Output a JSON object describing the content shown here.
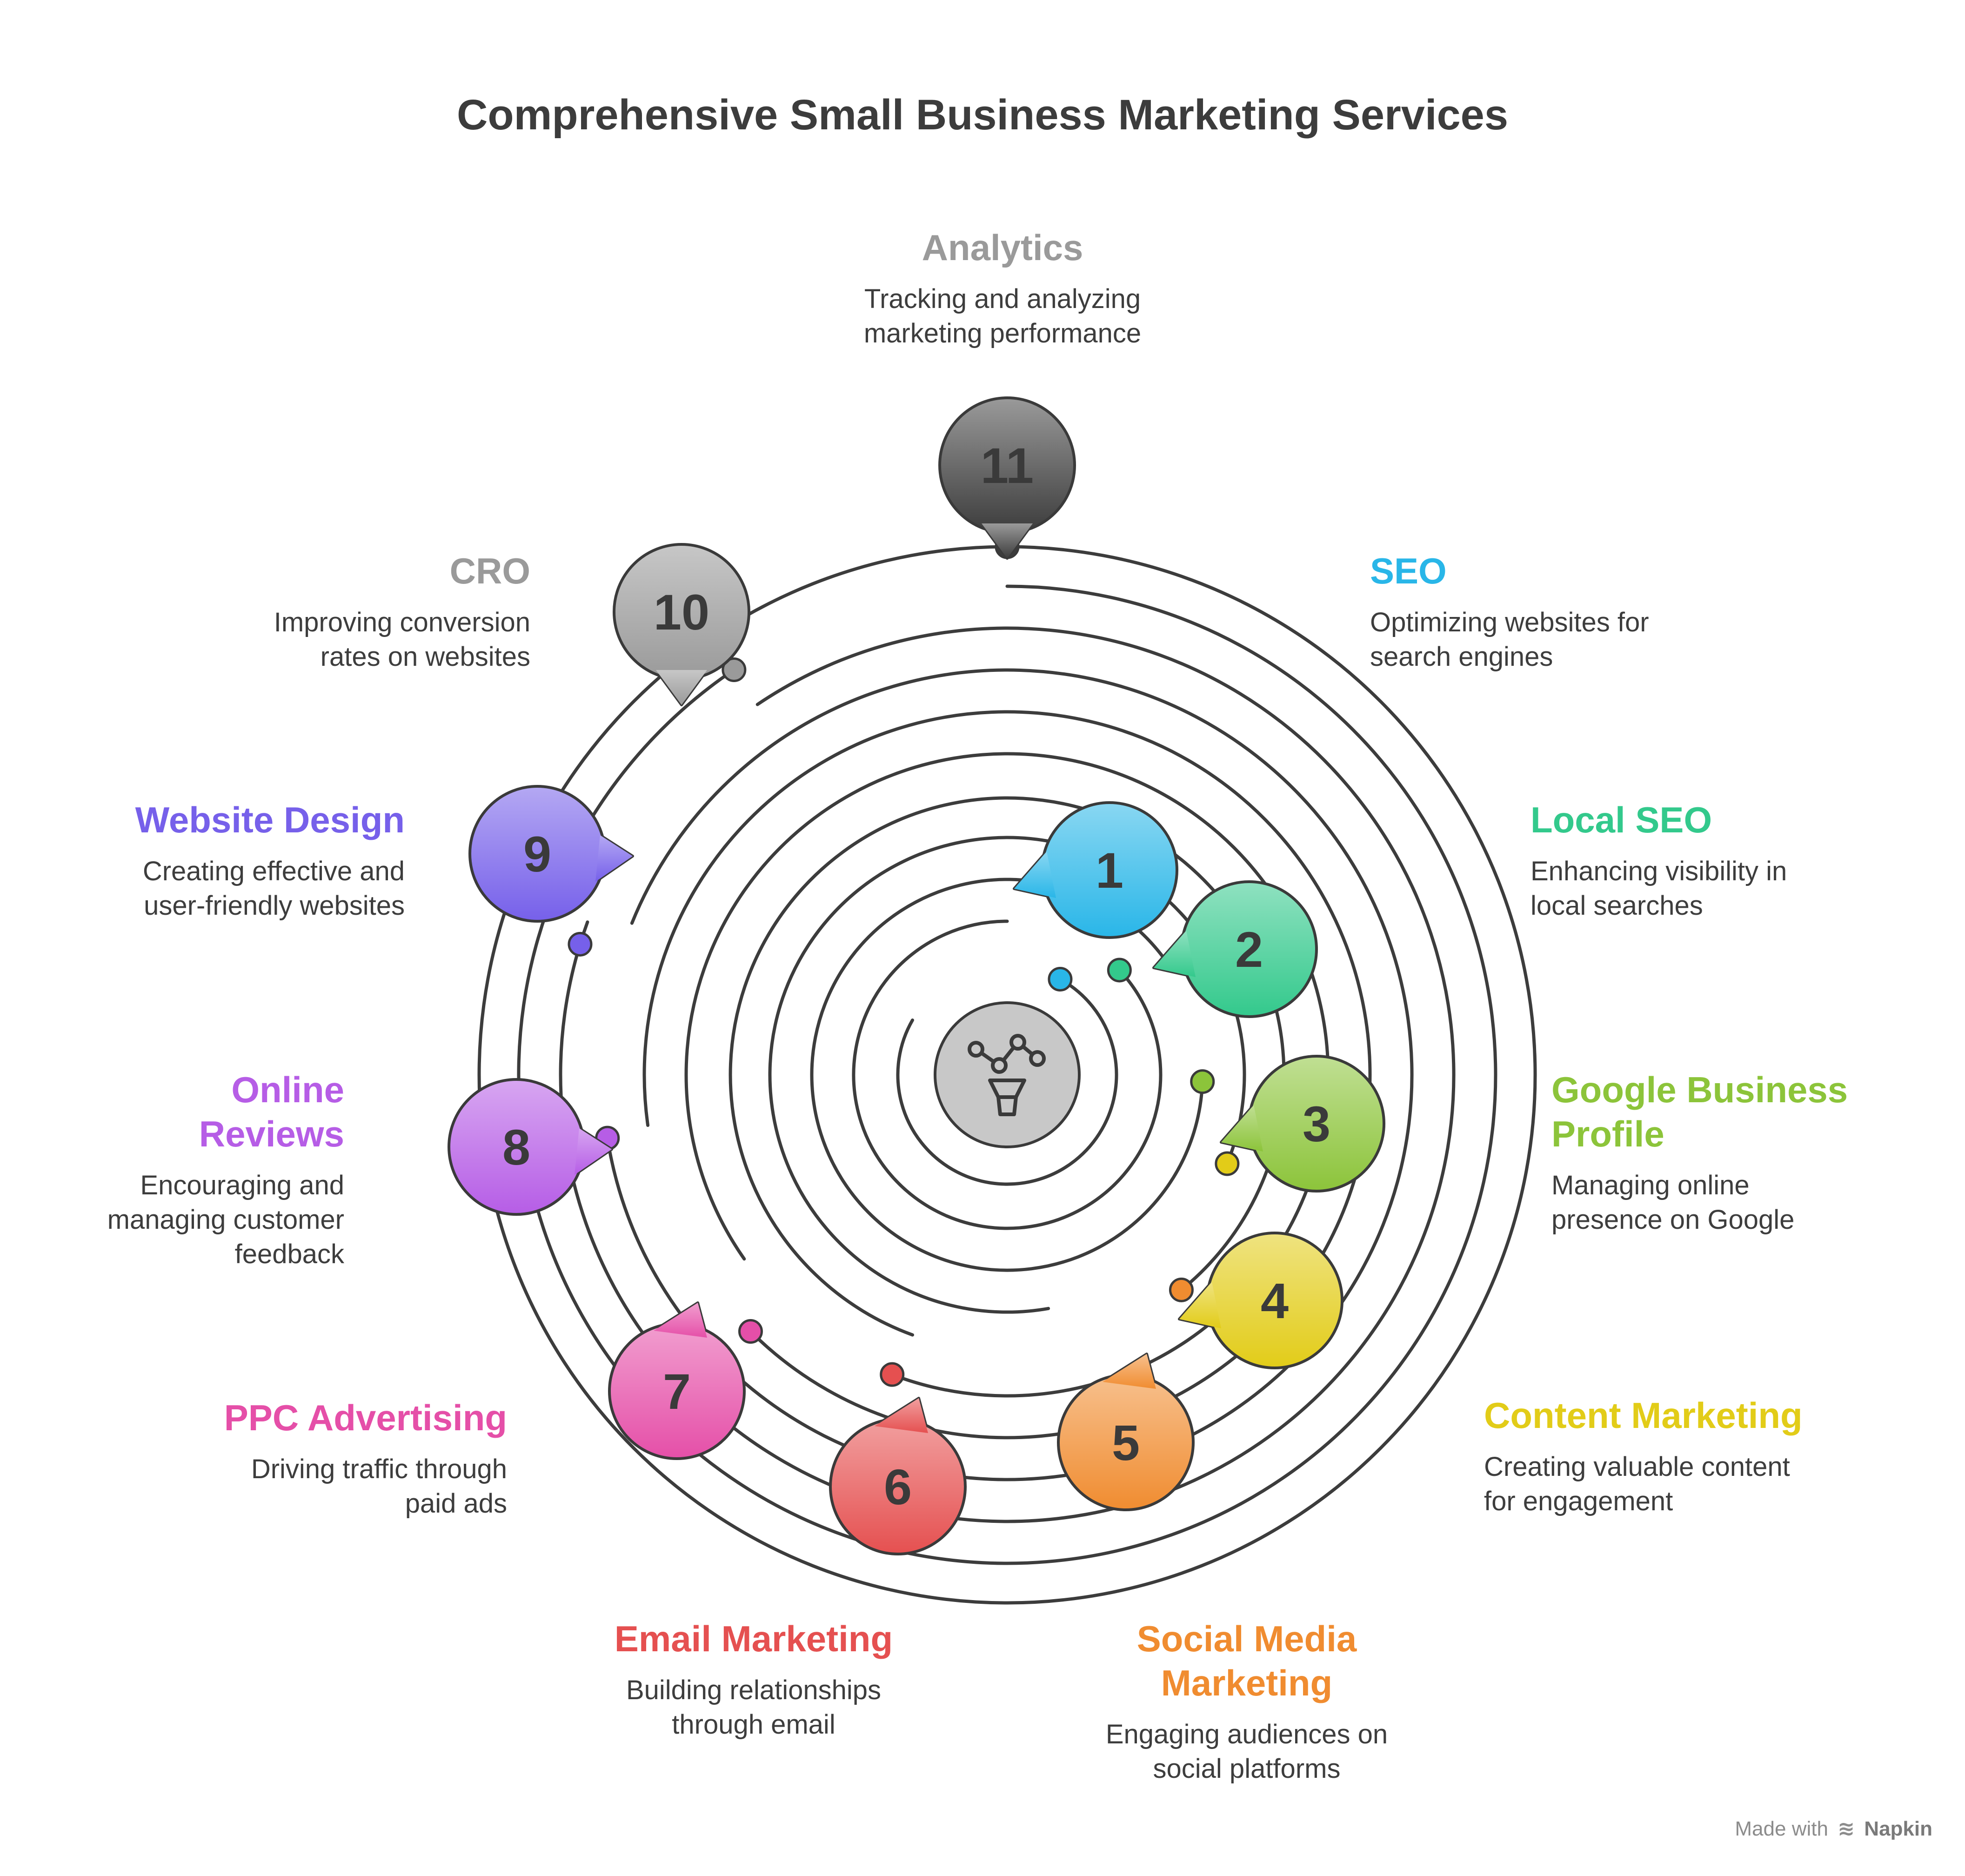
{
  "title": "Comprehensive Small Business Marketing Services",
  "center_icon": "analytics-funnel-icon",
  "footer": {
    "made_with": "Made with",
    "brand": "Napkin",
    "icon": "napkin-logo-icon"
  },
  "items": [
    {
      "number": "1",
      "title": "SEO",
      "description": "Optimizing websites for search engines",
      "color": "#29b6e8"
    },
    {
      "number": "2",
      "title": "Local SEO",
      "description": "Enhancing visibility in local searches",
      "color": "#33c98c"
    },
    {
      "number": "3",
      "title": "Google Business Profile",
      "description": "Managing online presence on Google",
      "color": "#8cc43a"
    },
    {
      "number": "4",
      "title": "Content Marketing",
      "description": "Creating valuable content for engagement",
      "color": "#e2cc18"
    },
    {
      "number": "5",
      "title": "Social Media Marketing",
      "description": "Engaging audiences on social platforms",
      "color": "#f08c30"
    },
    {
      "number": "6",
      "title": "Email Marketing",
      "description": "Building relationships through email",
      "color": "#e55050"
    },
    {
      "number": "7",
      "title": "PPC Advertising",
      "description": "Driving traffic through paid ads",
      "color": "#e54fa8"
    },
    {
      "number": "8",
      "title": "Online Reviews",
      "description": "Encouraging and managing customer feedback",
      "color": "#b65de6"
    },
    {
      "number": "9",
      "title": "Website Design",
      "description": "Creating effective and user-friendly websites",
      "color": "#7660ea"
    },
    {
      "number": "10",
      "title": "CRO",
      "description": "Improving conversion rates on websites",
      "color": "#9a9a9a"
    },
    {
      "number": "11",
      "title": "Analytics",
      "description": "Tracking and analyzing marketing performance",
      "color": "#9a9a9a"
    }
  ]
}
